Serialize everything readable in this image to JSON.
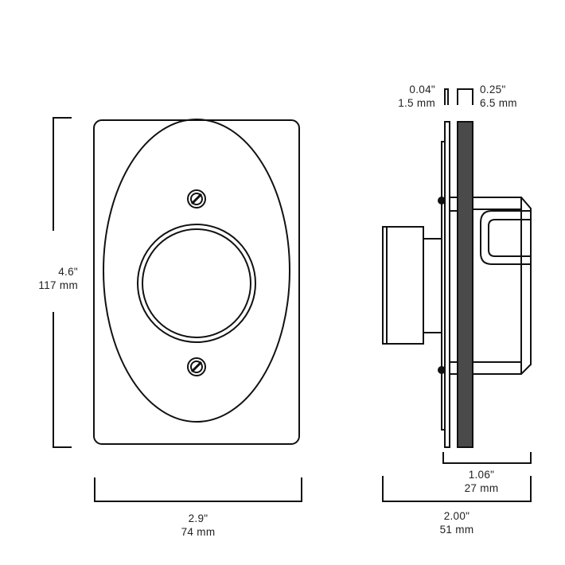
{
  "dimensions": {
    "height": {
      "imperial": "4.6\"",
      "metric": "117 mm"
    },
    "width": {
      "imperial": "2.9\"",
      "metric": "74 mm"
    },
    "total_depth": {
      "imperial": "2.00\"",
      "metric": "51 mm"
    },
    "rear_depth": {
      "imperial": "1.06\"",
      "metric": "27 mm"
    },
    "plate_thickness": {
      "imperial": "0.04\"",
      "metric": "1.5 mm"
    },
    "spacer_thickness": {
      "imperial": "0.25\"",
      "metric": "6.5 mm"
    }
  },
  "colors": {
    "line": "#111111",
    "spacer": "#4a4a4a"
  }
}
